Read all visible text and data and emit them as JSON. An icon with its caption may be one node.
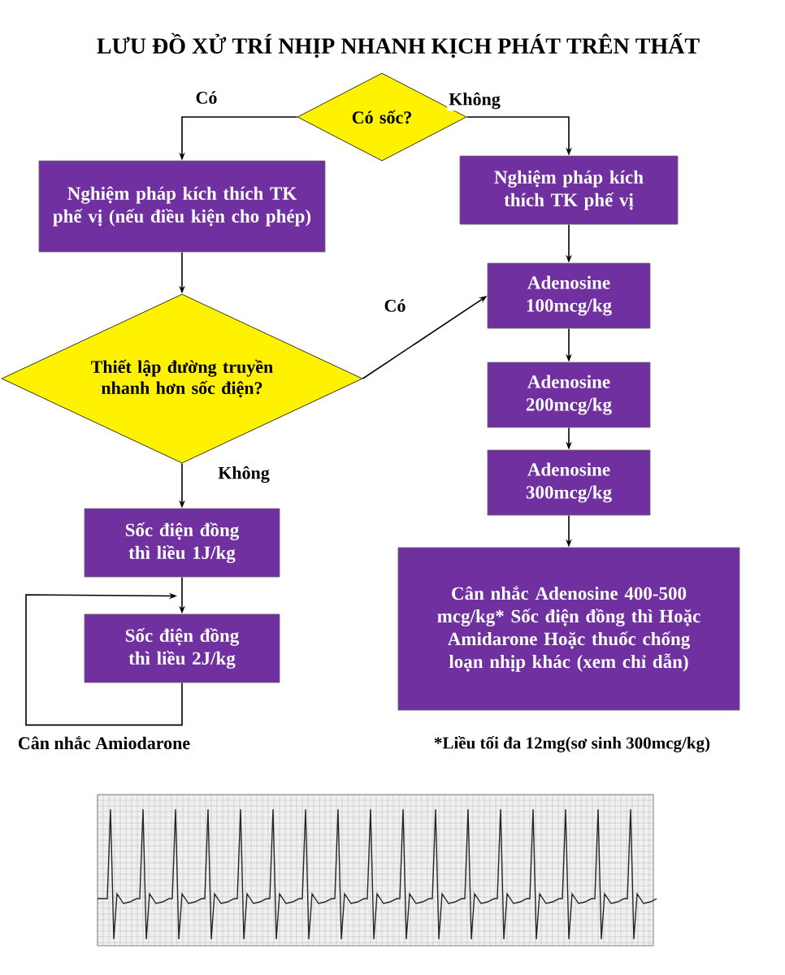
{
  "diagram": {
    "title": "LƯU ĐỒ XỬ TRÍ NHỊP NHANH KỊCH PHÁT TRÊN THẤT",
    "nodes": [
      {
        "text": [
          "Có sốc?"
        ]
      },
      {
        "text": [
          "Nghiệm pháp kích thích TK phế vị (nếu điều kiện cho phép)"
        ]
      },
      {
        "text": [
          "Nghiệm pháp kích thích TK phế vị"
        ]
      },
      {
        "text": [
          "Thiết lập đường truyền nhanh hơn sốc điện?"
        ]
      },
      {
        "text": [
          "Adenosine 100mcg/kg"
        ]
      },
      {
        "text": [
          "Adenosine 200mcg/kg"
        ]
      },
      {
        "text": [
          "Adenosine 300mcg/kg"
        ]
      },
      {
        "text": [
          "Sốc điện đồng thì liều 1J/kg"
        ]
      },
      {
        "text": [
          "Sốc điện đồng thì liều 2J/kg"
        ]
      },
      {
        "text": [
          "Cân nhắc Adenosine 400-500 mcg/kg* Sốc điện đồng thì Hoặc Amidarone Hoặc thuốc chống loạn nhịp khác (xem chỉ dẫn)"
        ]
      }
    ],
    "edges": [
      {
        "from": 0,
        "to": 1,
        "arrow": "to",
        "label": "Có"
      },
      {
        "from": 0,
        "to": 2,
        "arrow": "to",
        "label": "Không"
      },
      {
        "from": 1,
        "to": 3,
        "arrow": "to"
      },
      {
        "from": 2,
        "to": 4,
        "arrow": "to"
      },
      {
        "from": 3,
        "to": 4,
        "arrow": "to",
        "label": "Có"
      },
      {
        "from": 3,
        "to": 7,
        "arrow": "to",
        "label": "Không"
      },
      {
        "from": 4,
        "to": 5,
        "arrow": "to"
      },
      {
        "from": 5,
        "to": 6,
        "arrow": "to"
      },
      {
        "from": 6,
        "to": 9,
        "arrow": "to"
      },
      {
        "from": 7,
        "to": 8,
        "arrow": "to"
      },
      {
        "from": 8,
        "to": 8,
        "arrow": "to",
        "label": "Cân nhắc Amiodarone"
      }
    ],
    "labels": [
      "*Liều tối đa 12mg(sơ sinh 300mcg/kg)"
    ]
  }
}
